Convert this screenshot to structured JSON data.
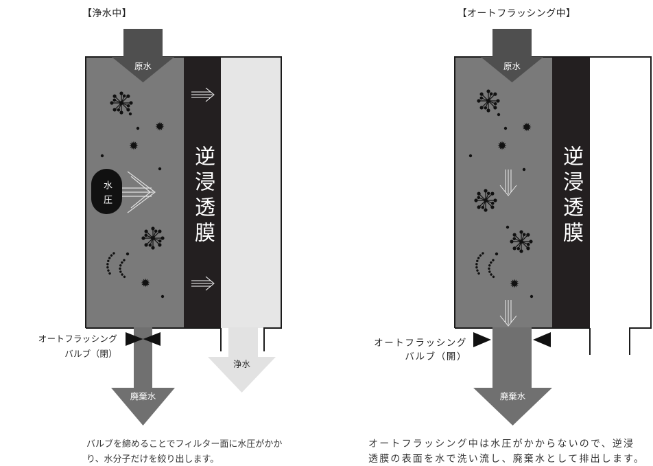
{
  "colors": {
    "chamber": "#7a7a7a",
    "membrane": "#231f20",
    "inlet": "#4f4f4f",
    "waste": "#707070",
    "product_chamber": "#e6e6e6",
    "product_arrow": "#e2e2e2",
    "flush_chamber": "#ffffff",
    "outline": "#1a1a1a",
    "valve": "#111111",
    "pill": "#111111"
  },
  "left_panel": {
    "title": "【浄水中】",
    "inlet_label": "原水",
    "pressure_label": "水圧",
    "membrane_label": "逆浸透膜",
    "product_label": "浄水",
    "waste_label": "廃棄水",
    "valve_label": [
      "オートフラッシング",
      "バルブ（閉）"
    ],
    "caption": [
      "バルブを締めることでフィルター面に水圧がかか",
      "り、水分子だけを絞り出します。"
    ]
  },
  "right_panel": {
    "title": "【オートフラッシング中】",
    "inlet_label": "原水",
    "membrane_label": "逆浸透膜",
    "waste_label": "廃棄水",
    "valve_label": [
      "オートフラッシング",
      "バルブ（開）"
    ],
    "caption": [
      "オートフラッシング中は水圧がかからないので、逆浸",
      "透膜の表面を水で洗い流し、廃棄水として排出します。"
    ]
  }
}
